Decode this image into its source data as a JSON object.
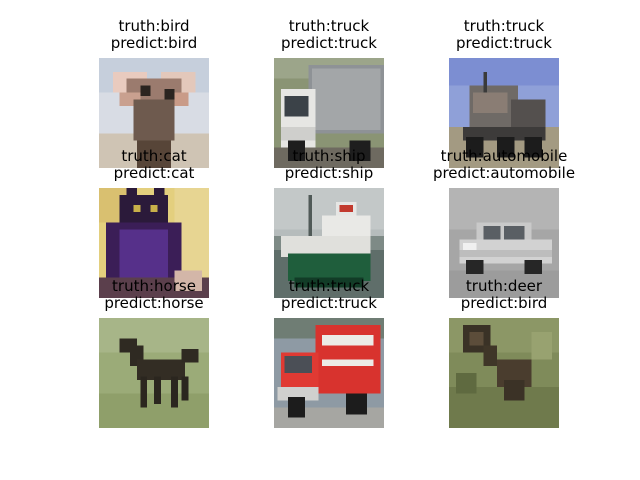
{
  "samples": [
    {
      "truth": "truth:bird",
      "predict": "predict:bird",
      "image": "ostrich-head-photo"
    },
    {
      "truth": "truth:truck",
      "predict": "predict:truck",
      "image": "white-box-truck-photo"
    },
    {
      "truth": "truth:truck",
      "predict": "predict:truck",
      "image": "semi-truck-photo"
    },
    {
      "truth": "truth:cat",
      "predict": "predict:cat",
      "image": "black-cat-photo"
    },
    {
      "truth": "truth:ship",
      "predict": "predict:ship",
      "image": "green-ship-photo"
    },
    {
      "truth": "truth:automobile",
      "predict": "predict:automobile",
      "image": "silver-car-photo"
    },
    {
      "truth": "truth:horse",
      "predict": "predict:horse",
      "image": "dark-horse-photo"
    },
    {
      "truth": "truth:truck",
      "predict": "predict:truck",
      "image": "red-fire-truck-photo"
    },
    {
      "truth": "truth:deer",
      "predict": "predict:bird",
      "image": "deer-in-grass-photo"
    }
  ]
}
